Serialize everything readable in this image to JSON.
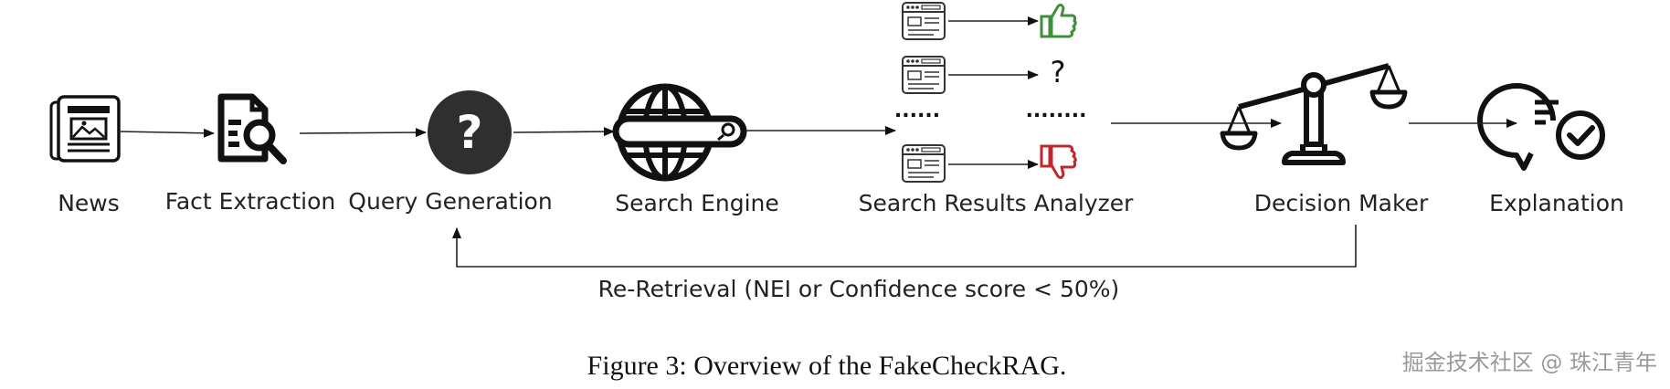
{
  "nodes": {
    "news": "News",
    "fact_extraction": "Fact Extraction",
    "query_generation": "Query Generation",
    "search_engine": "Search Engine",
    "search_results_analyzer": "Search Results Analyzer",
    "decision_maker": "Decision Maker",
    "explanation": "Explanation"
  },
  "analyzer": {
    "question_mark": "?",
    "ellipsis_left": "......",
    "ellipsis_right": "........"
  },
  "query_icon_glyph": "?",
  "feedback_label": "Re-Retrieval (NEI or Confidence score < 50%)",
  "caption": "Figure 3: Overview of the FakeCheckRAG.",
  "watermark": "掘金技术社区 @ 珠江青年",
  "colors": {
    "thumbs_up": "#3f8f3a",
    "thumbs_down": "#c0282d",
    "ink": "#111111"
  },
  "icons": [
    "newspaper-icon",
    "fact-search-document-icon",
    "question-circle-icon",
    "globe-search-icon",
    "webpage-icon",
    "thumbs-up-icon",
    "thumbs-down-icon",
    "balance-scale-icon",
    "chat-check-icon"
  ]
}
